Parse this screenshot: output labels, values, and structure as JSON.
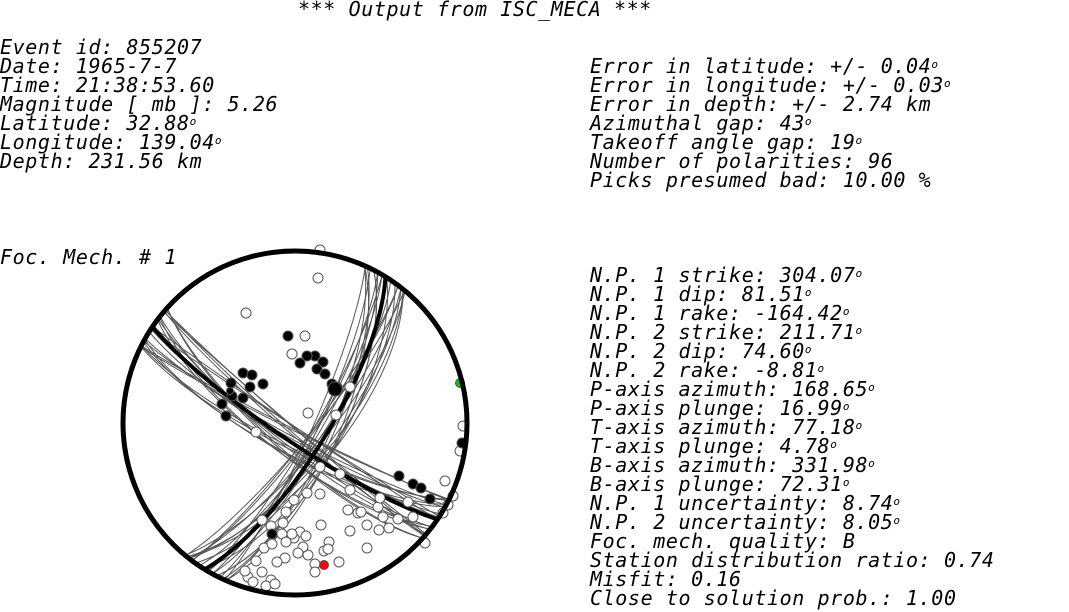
{
  "header": {
    "title": "*** Output from ISC_MECA ***"
  },
  "event": [
    "Event id: 855207",
    "Date: 1965-7-7",
    "Time: 21:38:53.60",
    "Magnitude [ mb ]: 5.26",
    "Latitude: 32.88°",
    "Longitude: 139.04°",
    "Depth: 231.56 km"
  ],
  "quality": [
    "Error in latitude: +/- 0.04°",
    "Error in longitude: +/- 0.03°",
    "Error in depth: +/- 2.74 km",
    "Azimuthal gap: 43°",
    "Takeoff angle gap: 19°",
    "Number of polarities: 96",
    "Picks presumed bad: 10.00 %"
  ],
  "mechanism": {
    "label": "Foc. Mech. # 1",
    "params": [
      "N.P. 1 strike: 304.07°",
      "N.P. 1 dip: 81.51°",
      "N.P. 1 rake: -164.42°",
      "N.P. 2 strike: 211.71°",
      "N.P. 2 dip: 74.60°",
      "N.P. 2 rake: -8.81°",
      "P-axis azimuth: 168.65°",
      "P-axis plunge: 16.99°",
      "T-axis azimuth: 77.18°",
      "T-axis plunge: 4.78°",
      "B-axis azimuth: 331.98°",
      "B-axis plunge: 72.31°",
      "N.P. 1 uncertainty: 8.74°",
      "N.P. 2 uncertainty: 8.05°",
      "Foc. mech. quality: B",
      "Station distribution ratio: 0.74",
      "Misfit: 0.16",
      "Close to solution prob.: 1.00"
    ]
  },
  "colors": {
    "compression": "#000000",
    "dilatation": "#ffffff",
    "p_axis": "#ff0000",
    "t_axis": "#00cc00",
    "fault_planes": "#555555"
  }
}
